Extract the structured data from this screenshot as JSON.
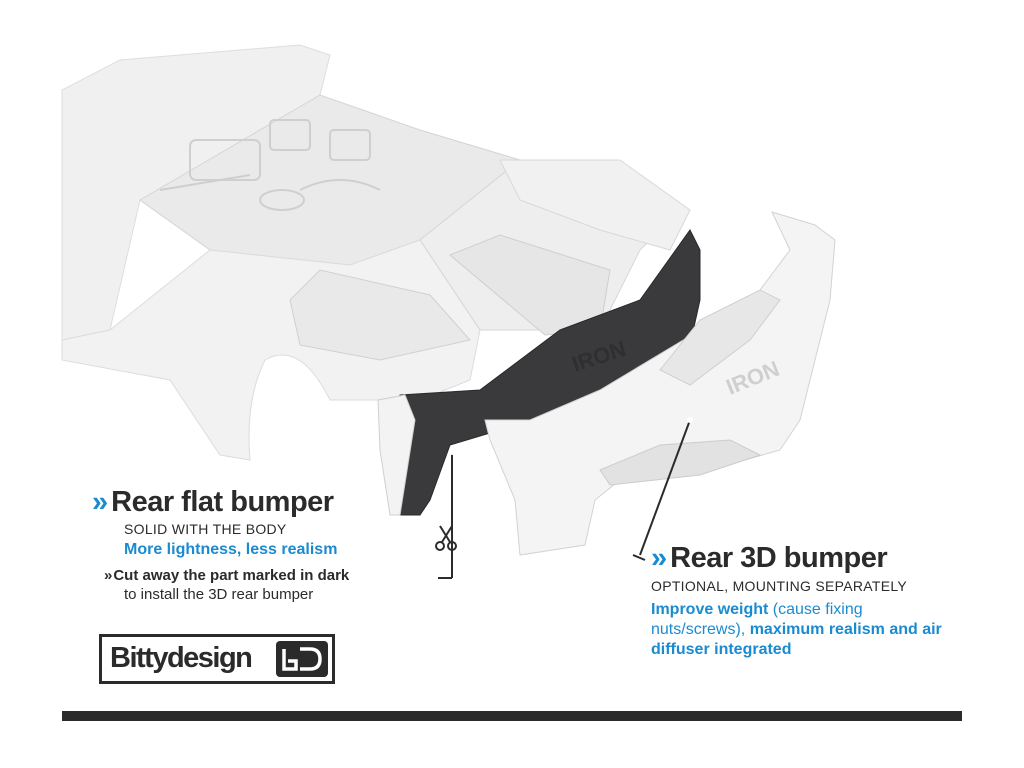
{
  "left_callout": {
    "title": "Rear flat bumper",
    "subtitle": "SOLID WITH THE BODY",
    "benefit": "More lightness, less realism",
    "instruction": "Cut away the part marked in dark",
    "instruction_cont": "to install the 3D rear bumper"
  },
  "right_callout": {
    "title": "Rear 3D bumper",
    "subtitle": "OPTIONAL, MOUNTING SEPARATELY",
    "benefit_bold_1": "Improve weight",
    "benefit_thin": " (cause fixing nuts/screws), ",
    "benefit_bold_2": "maximum realism and air diffuser integrated"
  },
  "embossed_text": "IRON",
  "logo": {
    "text": "Bittydesign"
  },
  "icons": {
    "chevron": "double-chevron-right-icon",
    "scissors": "scissors-icon",
    "logo_mark": "bd-logo-icon"
  },
  "colors": {
    "accent": "#1a8bd1",
    "text": "#2b2b2b",
    "dark_part": "#3a3a3c",
    "body": "#efefef"
  }
}
